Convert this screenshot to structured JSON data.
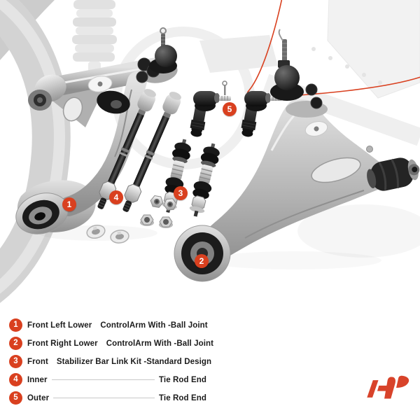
{
  "image_type": "auto-parts product callout diagram",
  "colors": {
    "accent_red": "#d9401f",
    "logo_red": "#d8432a",
    "text_dark": "#1c1c1c",
    "leader_gray": "#c9c9c9"
  },
  "legend": {
    "items": [
      {
        "num": "1",
        "position": "Front Left Lower",
        "part": "ControlArm With -Ball Joint"
      },
      {
        "num": "2",
        "position": "Front Right Lower",
        "part": "ControlArm With -Ball Joint"
      },
      {
        "num": "3",
        "position": "Front",
        "part": "Stabilizer Bar Link Kit  -Standard Design"
      },
      {
        "num": "4",
        "position": "Inner",
        "part": "Tie Rod End"
      },
      {
        "num": "5",
        "position": "Outer",
        "part": "Tie Rod End"
      }
    ]
  }
}
